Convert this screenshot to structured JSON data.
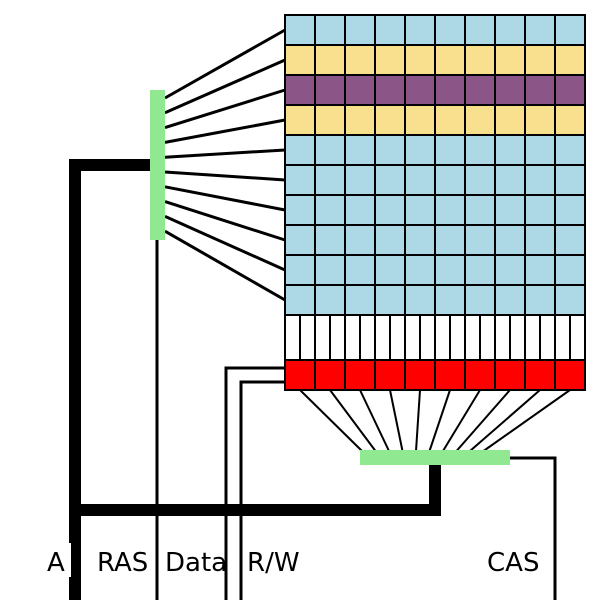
{
  "labels": {
    "address": "A",
    "ras": "RAS",
    "data": "Data",
    "rw": "R/W",
    "cas": "CAS"
  },
  "memory_array": {
    "rows": 10,
    "cols": 10,
    "row_states": [
      "normal",
      "highlight",
      "selected",
      "highlight",
      "normal",
      "normal",
      "normal",
      "normal",
      "normal",
      "normal"
    ]
  },
  "colors": {
    "cell_normal": "#add8e6",
    "cell_highlight": "#f8e08e",
    "cell_selected": "#8b5588",
    "sense_amp": "#ff0000",
    "decoder": "#90e890",
    "wire": "#000000"
  }
}
